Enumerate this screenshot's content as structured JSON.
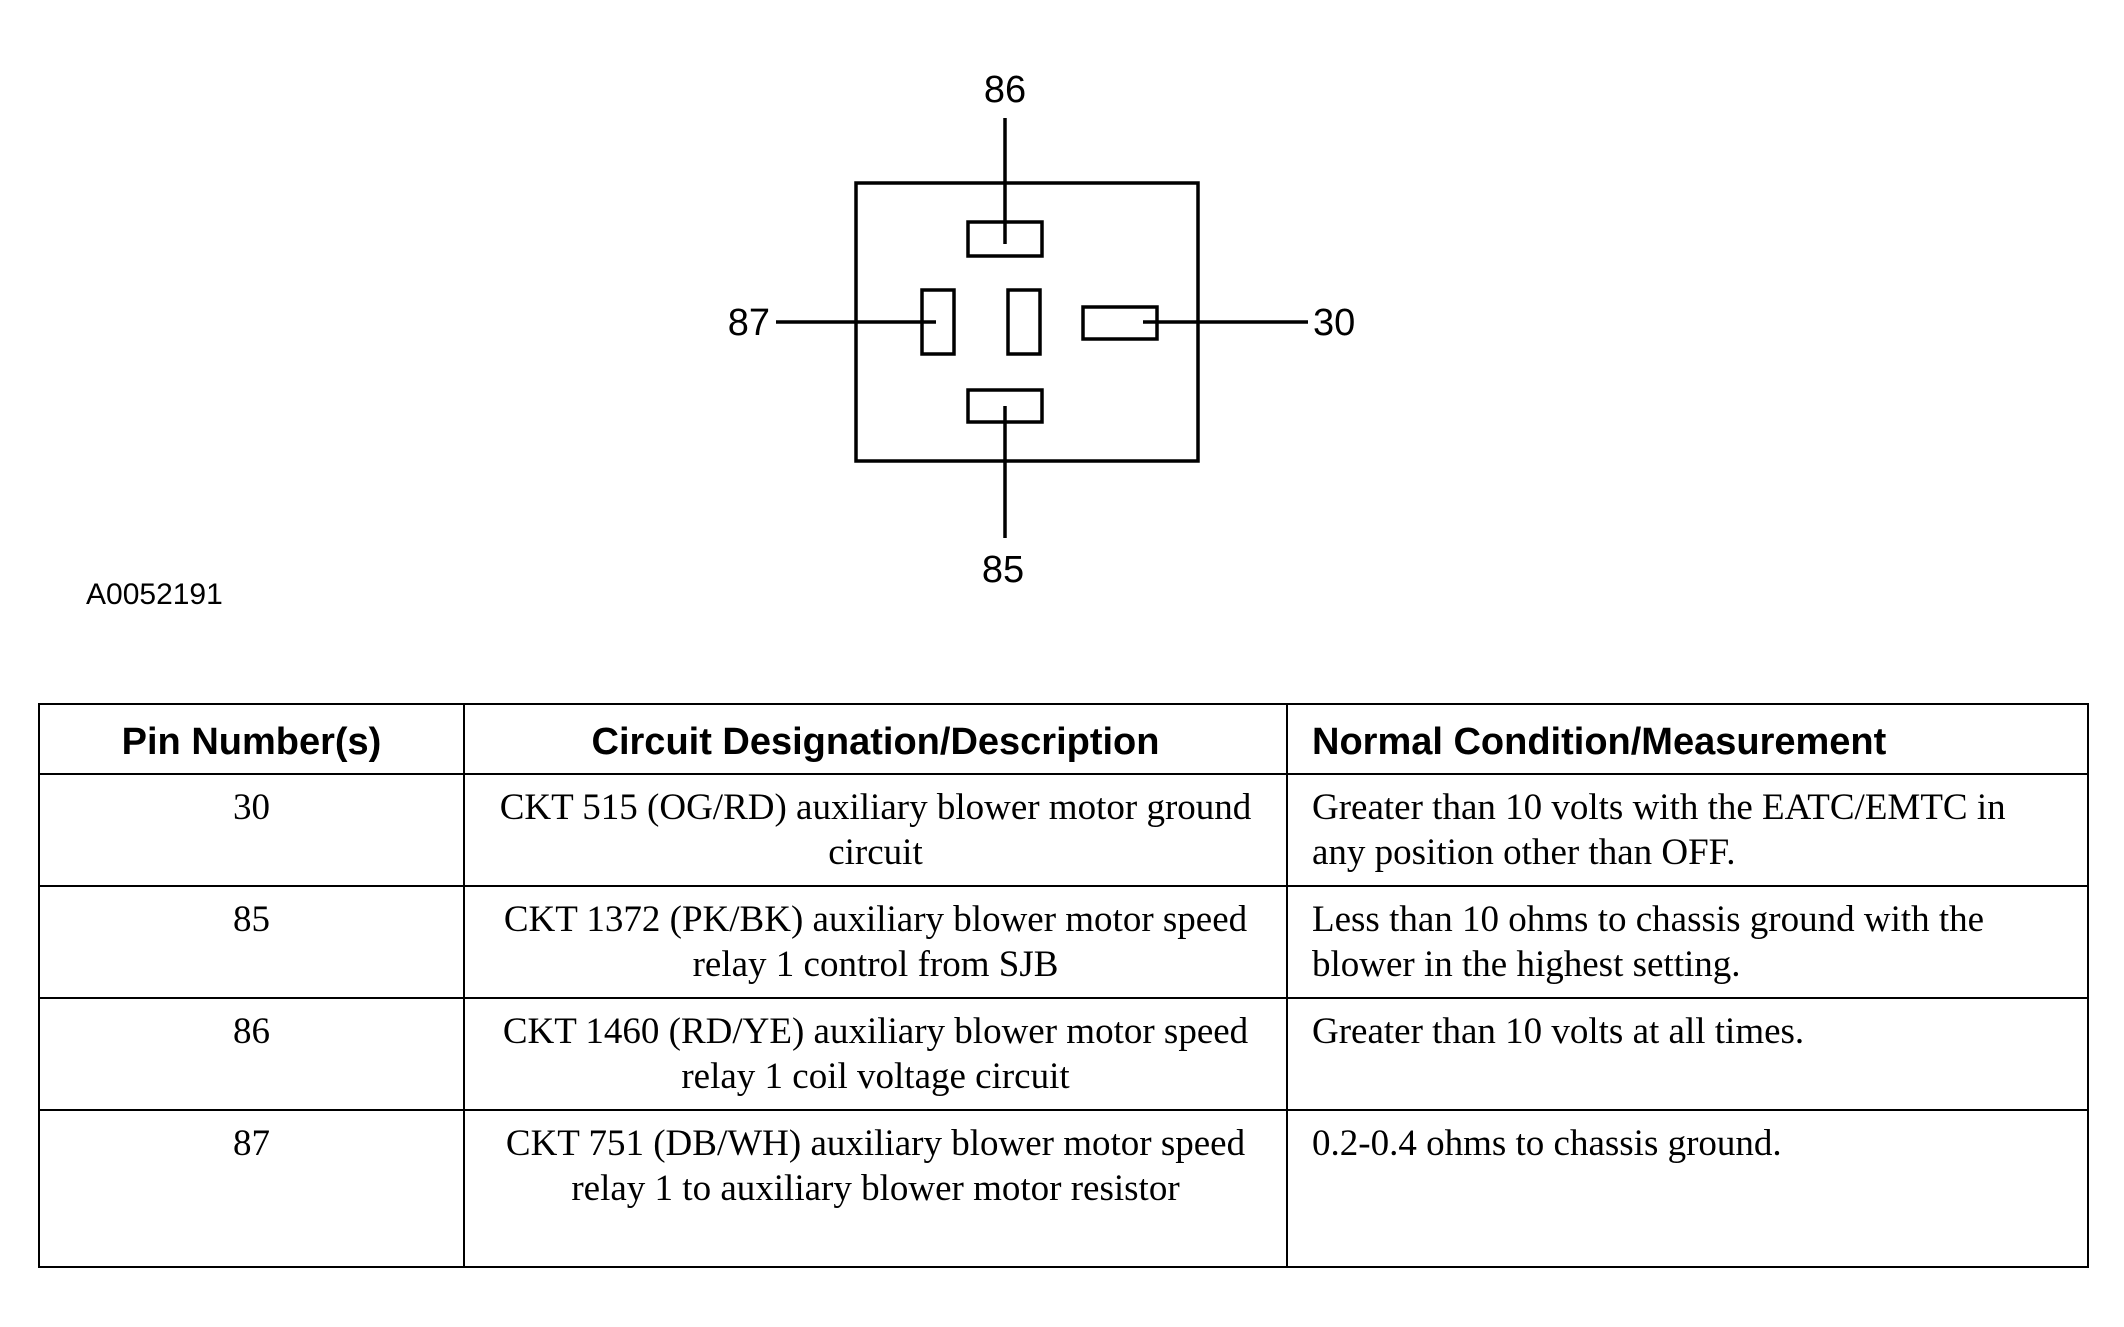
{
  "diagram": {
    "pin_labels": {
      "top": "86",
      "left": "87",
      "right": "30",
      "bottom": "85"
    }
  },
  "figure_id": "A0052191",
  "table": {
    "headers": {
      "pin": "Pin Number(s)",
      "circuit": "Circuit Designation/Description",
      "condition": "Normal Condition/Measurement"
    },
    "rows": [
      {
        "pin": "30",
        "circuit": "CKT 515 (OG/RD) auxiliary blower motor ground circuit",
        "condition": "Greater than 10 volts with the EATC/EMTC in any position other than OFF."
      },
      {
        "pin": "85",
        "circuit": "CKT 1372 (PK/BK) auxiliary blower motor speed relay 1 control from SJB",
        "condition": "Less than 10 ohms to chassis ground with the blower in the highest setting."
      },
      {
        "pin": "86",
        "circuit": "CKT 1460 (RD/YE) auxiliary blower motor speed relay 1 coil voltage circuit",
        "condition": "Greater than 10 volts at all times."
      },
      {
        "pin": "87",
        "circuit": "CKT 751 (DB/WH) auxiliary blower motor speed relay 1 to auxiliary blower motor resistor",
        "condition": "0.2-0.4 ohms to chassis ground."
      }
    ]
  }
}
